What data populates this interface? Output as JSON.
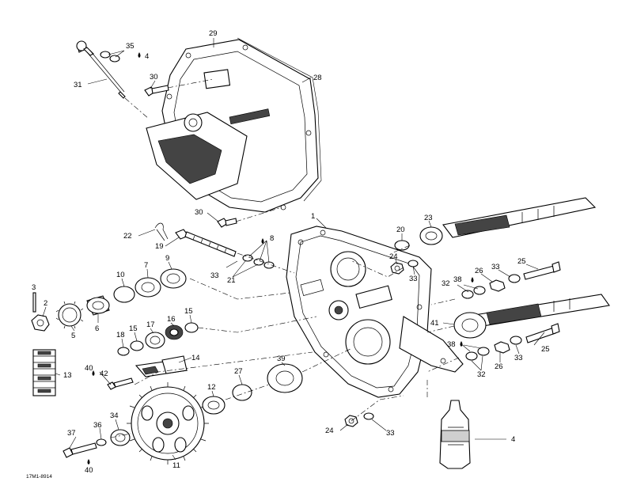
{
  "callouts": [
    {
      "id": "c29",
      "text": "29"
    },
    {
      "id": "c28",
      "text": "28"
    },
    {
      "id": "c35",
      "text": "35"
    },
    {
      "id": "c4a",
      "text": "4"
    },
    {
      "id": "c31",
      "text": "31"
    },
    {
      "id": "c30a",
      "text": "30"
    },
    {
      "id": "c30b",
      "text": "30"
    },
    {
      "id": "c22",
      "text": "22"
    },
    {
      "id": "c19",
      "text": "19"
    },
    {
      "id": "c8",
      "text": "8"
    },
    {
      "id": "c1",
      "text": "1"
    },
    {
      "id": "c20",
      "text": "20"
    },
    {
      "id": "c23",
      "text": "23"
    },
    {
      "id": "c24a",
      "text": "24"
    },
    {
      "id": "c33a",
      "text": "33"
    },
    {
      "id": "c26a",
      "text": "26"
    },
    {
      "id": "c33b",
      "text": "33"
    },
    {
      "id": "c25a",
      "text": "25"
    },
    {
      "id": "c38a",
      "text": "38"
    },
    {
      "id": "c32a",
      "text": "32"
    },
    {
      "id": "c33c",
      "text": "33"
    },
    {
      "id": "c21",
      "text": "21"
    },
    {
      "id": "c7",
      "text": "7"
    },
    {
      "id": "c9",
      "text": "9"
    },
    {
      "id": "c10",
      "text": "10"
    },
    {
      "id": "c3",
      "text": "3"
    },
    {
      "id": "c2",
      "text": "2"
    },
    {
      "id": "c6",
      "text": "6"
    },
    {
      "id": "c5",
      "text": "5"
    },
    {
      "id": "c17",
      "text": "17"
    },
    {
      "id": "c16",
      "text": "16"
    },
    {
      "id": "c15a",
      "text": "15"
    },
    {
      "id": "c15b",
      "text": "15"
    },
    {
      "id": "c18",
      "text": "18"
    },
    {
      "id": "c41",
      "text": "41"
    },
    {
      "id": "c38b",
      "text": "38"
    },
    {
      "id": "c26b",
      "text": "26"
    },
    {
      "id": "c32b",
      "text": "32"
    },
    {
      "id": "c33d",
      "text": "33"
    },
    {
      "id": "c25b",
      "text": "25"
    },
    {
      "id": "c13",
      "text": "13"
    },
    {
      "id": "c40a",
      "text": "40"
    },
    {
      "id": "c42",
      "text": "42"
    },
    {
      "id": "c14",
      "text": "14"
    },
    {
      "id": "c27",
      "text": "27"
    },
    {
      "id": "c39",
      "text": "39"
    },
    {
      "id": "c12",
      "text": "12"
    },
    {
      "id": "c34",
      "text": "34"
    },
    {
      "id": "c36",
      "text": "36"
    },
    {
      "id": "c37",
      "text": "37"
    },
    {
      "id": "c11",
      "text": "11"
    },
    {
      "id": "c40b",
      "text": "40"
    },
    {
      "id": "c24b",
      "text": "24"
    },
    {
      "id": "c33e",
      "text": "33"
    },
    {
      "id": "c4b",
      "text": "4"
    }
  ],
  "drawing_code": "17M1-8914"
}
